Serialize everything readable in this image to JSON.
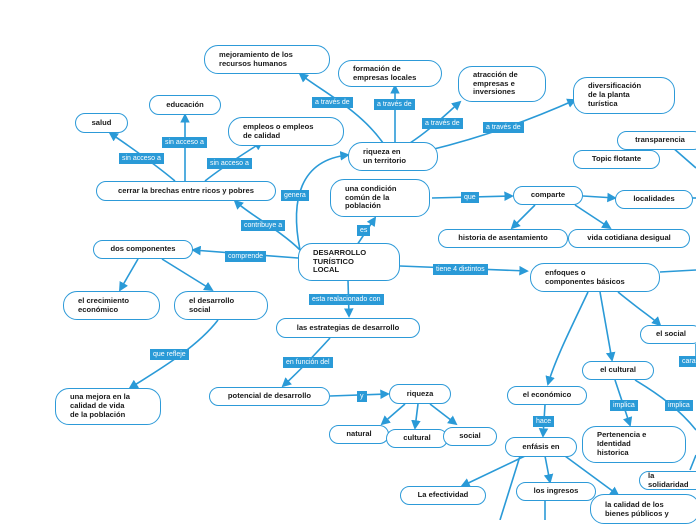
{
  "colors": {
    "line": "#2a9ad7",
    "border": "#2d9ad8",
    "label_bg": "#2a9ad7"
  },
  "nodes": {
    "mejoramiento": "mejoramiento de los\nrecursos humanos",
    "formacion": "formación de\nempresas locales",
    "atraccion": "atracción de\nempresas e\ninversiones",
    "diversificacion": "diversificación\nde la planta\nturística",
    "salud": "salud",
    "educacion": "educación",
    "empleos": "empleos o empleos\nde calidad",
    "riqueza_territorio": "riqueza en\nun territorio",
    "transparencia": "transparencia",
    "topic_flotante": "Topic flotante",
    "cerrar_brechas": "cerrar la brechas entre ricos y pobres",
    "condicion_comun": "una condición\ncomún de la\npoblación",
    "comparte": "comparte",
    "localidades": "localidades",
    "historia": "historia de asentamiento",
    "vida_cotidiana": "vida cotidiana desigual",
    "dos_componentes": "dos componentes",
    "desarrollo_turistico": "DESARROLLO\nTURÍSTICO\nLOCAL",
    "enfoques": "enfoques o\ncomponentes básicos",
    "crecimiento": "el crecimiento\neconómico",
    "desarrollo_social": "el desarrollo\nsocial",
    "estrategias": "las estrategias de desarrollo",
    "social_comp": "el social",
    "cultural_comp": "el cultural",
    "mejora_vida": "una mejora en la\ncalidad de vida\nde la población",
    "potencial": "potencial de desarrollo",
    "riqueza": "riqueza",
    "economico": "el económico",
    "natural": "natural",
    "cultural": "cultural",
    "social": "social",
    "pertenencia": "Pertenencia e\nIdentidad\nhistorica",
    "enfasis": "enfásis en",
    "solidaridad": "la solidaridad",
    "efectividad": "La efectividad",
    "ingresos": "los ingresos",
    "calidad_bienes": "la calidad de los\nbienes públicos y"
  },
  "labels": {
    "a_traves_1": "a través de",
    "a_traves_2": "a través de",
    "a_traves_3": "a través de",
    "a_traves_4": "a través de",
    "sin_acceso_1": "sin acceso a",
    "sin_acceso_2": "sin acceso a",
    "sin_acceso_3": "sin acceso a",
    "genera": "genera",
    "contribuye": "contribuye a",
    "que": "que",
    "es": "es",
    "comprende": "comprende",
    "tiene_4": "tiene 4 distintos",
    "relacionado": "esta realacionado con",
    "que_refleje": "que refleje",
    "en_funcion": "en función del",
    "y": "y",
    "implica_1": "implica",
    "implica_2": "implica",
    "hace": "hace",
    "caracteriza": "cara"
  }
}
